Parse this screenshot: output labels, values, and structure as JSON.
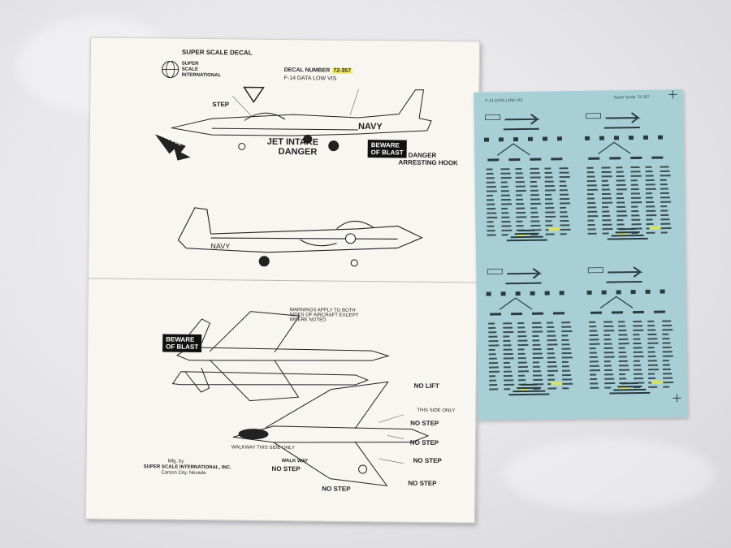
{
  "sheet": {
    "brand": "SUPER SCALE DECAL",
    "logo_line1": "SUPER",
    "logo_line2": "SCALE",
    "logo_line3": "INTERNATIONAL",
    "decal_number_label": "DECAL NUMBER",
    "decal_number_value": "72-357",
    "subject": "F-14 DATA LOW VIS",
    "step": "STEP",
    "navy": "NAVY",
    "jet_intake": "JET INTAKE",
    "danger": "DANGER",
    "beware_1": "BEWARE",
    "beware_2": "OF BLAST",
    "danger_hook_1": "DANGER",
    "danger_hook_2": "ARRESTING HOOK",
    "rescue": "RESCUE",
    "navy_lower": "NAVY",
    "walkway_note": "WALKWAY",
    "warning_note": "WARNINGS APPLY TO BOTH SIDES OF AIRCRAFT EXCEPT WHERE NOTED",
    "no_lift": "NO LIFT",
    "no_step": "NO STEP",
    "this_side_only": "THIS SIDE ONLY",
    "walkway_this_side": "WALKWAY THIS SIDE ONLY",
    "walk_way": "WALK WAY",
    "credit_1": "Mfg. by",
    "credit_2": "SUPER SCALE INTERNATIONAL, INC.",
    "credit_3": "Carson City, Nevada"
  },
  "decal_sheet": {
    "title": "F-14 DATA LOW VIS",
    "code": "Super Scale 72-357"
  },
  "colors": {
    "cloth": "#e6e6ea",
    "paper": "#f7f6f1",
    "decal_film": "#a9cfd6",
    "highlight": "#f4ea63",
    "ink": "#1e1e1e"
  }
}
